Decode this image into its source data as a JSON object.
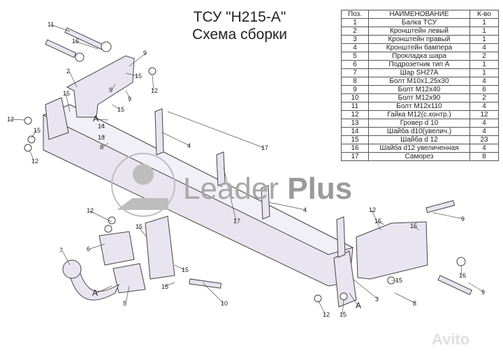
{
  "title": {
    "line1": "ТСУ \"Н215-А\"",
    "line2": "Схема сборки"
  },
  "table": {
    "headers": [
      "Поз.",
      "НАИМЕНОВАНИЕ",
      "К-во"
    ],
    "rows": [
      [
        "1",
        "Балка ТСУ",
        "1"
      ],
      [
        "2",
        "Кронштейн левый",
        "1"
      ],
      [
        "3",
        "Кронштейн правый",
        "1"
      ],
      [
        "4",
        "Кронштейн бампера",
        "4"
      ],
      [
        "5",
        "Прокладка  шара",
        "2"
      ],
      [
        "6",
        "Подрозетник тип А",
        "1"
      ],
      [
        "7",
        "Шар SH27A",
        "1"
      ],
      [
        "8",
        "Болт М10х1,25х30",
        "4"
      ],
      [
        "9",
        "Болт М12х40",
        "6"
      ],
      [
        "10",
        "Болт М12х90",
        "2"
      ],
      [
        "11",
        "Болт М12х110",
        "4"
      ],
      [
        "12",
        "Гайка М12(с.контр.)",
        "12"
      ],
      [
        "13",
        "Гровер d 10",
        "4"
      ],
      [
        "14",
        "Шайба d10(увелич.)",
        "4"
      ],
      [
        "15",
        "Шайба d 12",
        "23"
      ],
      [
        "16",
        "Шайба d12 увеличенная",
        "4"
      ],
      [
        "17",
        "Саморез",
        "8"
      ]
    ]
  },
  "watermark": {
    "word1": "Leader",
    "word2": "Plus",
    "corner": "Avito"
  },
  "callouts": [
    "11",
    "16",
    "9",
    "2",
    "15",
    "12",
    "9",
    "9",
    "15",
    "15",
    "А",
    "14",
    "13",
    "8",
    "12",
    "15",
    "12",
    "4",
    "17",
    "17",
    "4",
    "12",
    "15",
    "6",
    "7",
    "А",
    "5",
    "15",
    "15",
    "10",
    "12",
    "15",
    "А",
    "3",
    "12",
    "15",
    "9",
    "16",
    "15",
    "8",
    "9",
    "15"
  ],
  "colors": {
    "part_fill": "#e8e5f1",
    "outline": "#444444",
    "watermark": "#a8a8a8"
  }
}
